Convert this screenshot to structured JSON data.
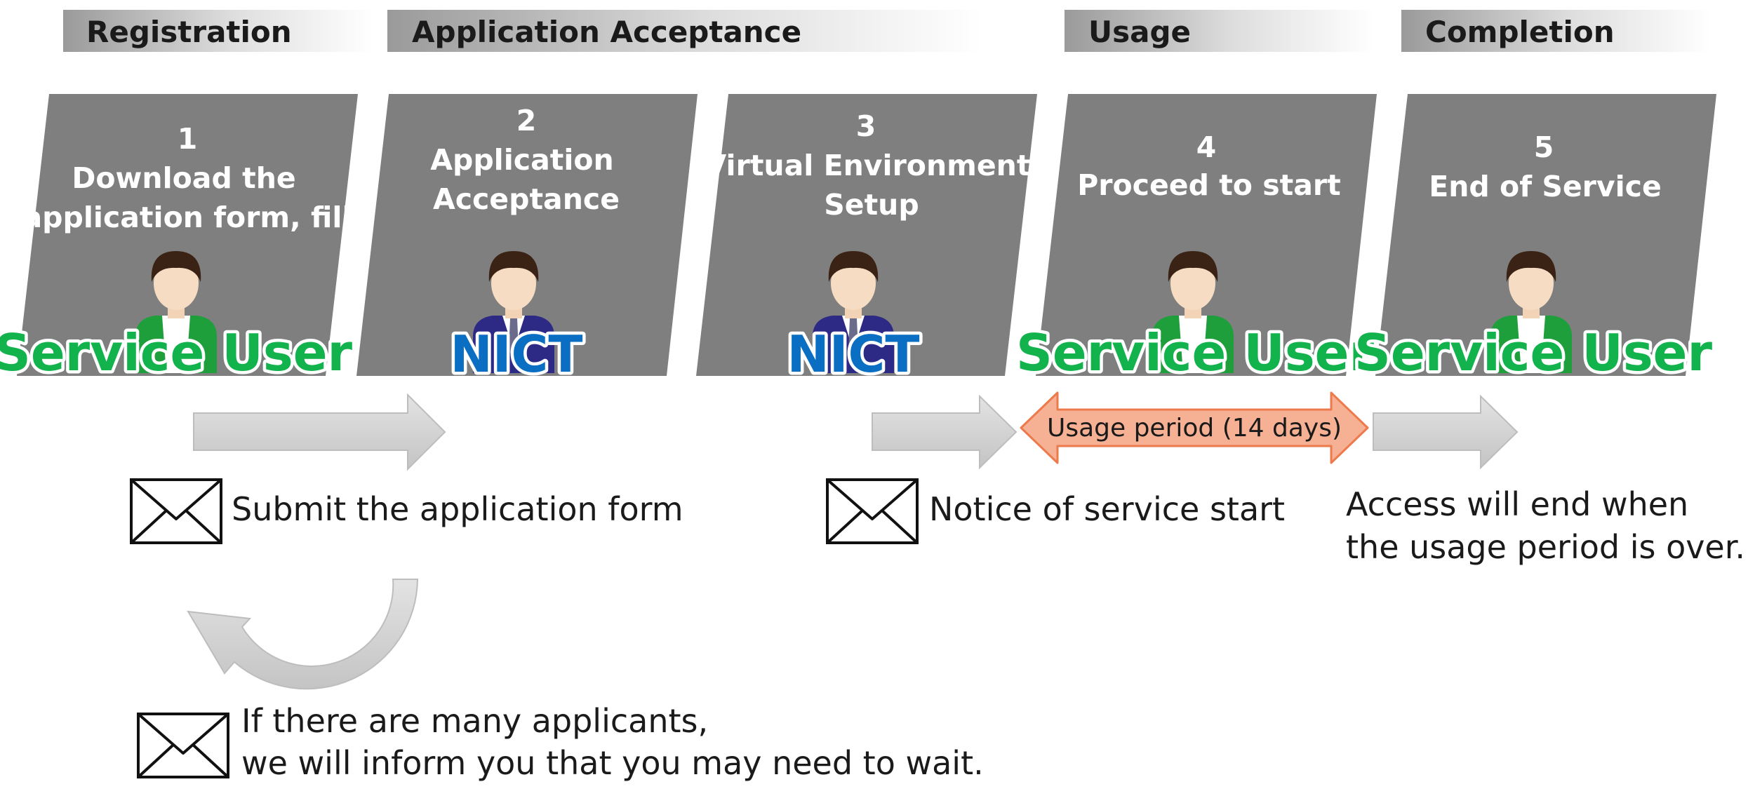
{
  "phases": [
    {
      "label": "Registration"
    },
    {
      "label": "Application Acceptance"
    },
    {
      "label": "Usage"
    },
    {
      "label": "Completion"
    }
  ],
  "steps": [
    {
      "number": "1",
      "line1": "Download the",
      "line2": "application form, fill",
      "role": "Service User"
    },
    {
      "number": "2",
      "line1": "Application",
      "line2": "Acceptance",
      "role": "NICT"
    },
    {
      "number": "3",
      "line1": "Virtual Environment",
      "line2": "Setup",
      "role": "NICT"
    },
    {
      "number": "4",
      "line1": "Proceed to start",
      "line2": "",
      "role": "Service User"
    },
    {
      "number": "5",
      "line1": "End of Service",
      "line2": "",
      "role": "Service User"
    }
  ],
  "notes": {
    "submit": "Submit the application form",
    "notice": "Notice of service start",
    "access_line1": "Access will end when",
    "access_line2": "the usage period is over.",
    "wait_line1": "If there are many applicants,",
    "wait_line2": "we will inform you that you may need to wait."
  },
  "usage_period": "Usage period (14 days)",
  "colors": {
    "panel": "#7f7f7f",
    "service_user": "#12b24c",
    "nict": "#0a6fc2",
    "usage_arrow_fill": "#f6b093",
    "usage_arrow_stroke": "#ec7a4c",
    "flow_arrow": "#d4d4d4",
    "green_jacket": "#1f9e3c",
    "navy_suit": "#2d2a86"
  },
  "icons": [
    "envelope-icon",
    "person-icon",
    "arrow-right-icon",
    "curved-arrow-icon",
    "double-arrow-icon"
  ]
}
